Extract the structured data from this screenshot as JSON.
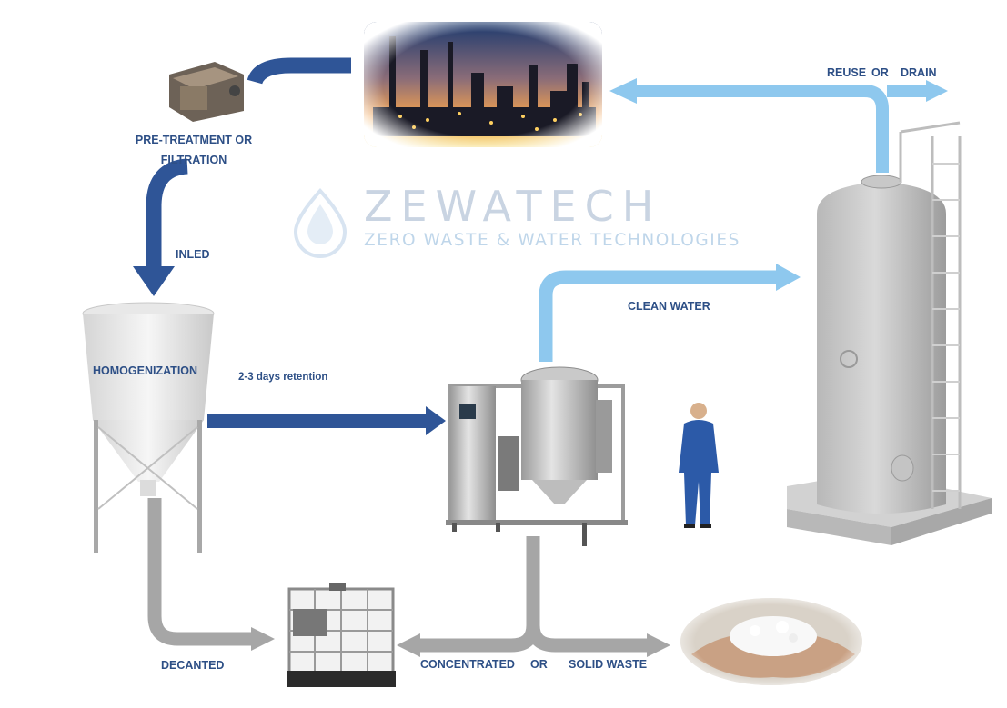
{
  "brand": {
    "name": "ZEWATECH",
    "tagline": "ZERO WASTE & WATER TECHNOLOGIES"
  },
  "labels": {
    "pretreatment_line1": "PRE-TREATMENT OR",
    "pretreatment_line2": "FILTRATION",
    "inled": "INLED",
    "homogenization": "HOMOGENIZATION",
    "retention": "2-3 days retention",
    "clean_water": "CLEAN WATER",
    "reuse": "REUSE",
    "or_top": "OR",
    "drain": "DRAIN",
    "decanted": "DECANTED",
    "concentrated": "CONCENTRATED",
    "or_bottom": "OR",
    "solid_waste": "SOLID WASTE"
  },
  "colors": {
    "dark_blue_flow": "#2f5597",
    "light_blue_flow": "#8ec8ee",
    "grey_flow": "#a6a6a6",
    "label_text": "#2d4f86"
  },
  "icons": [
    "filter-machine-icon",
    "refinery-photo-icon",
    "homogenization-tank-icon",
    "evaporator-unit-icon",
    "operator-figure-icon",
    "storage-tank-icon",
    "ibc-container-icon",
    "solid-salt-hands-icon",
    "water-drop-logo-icon"
  ]
}
